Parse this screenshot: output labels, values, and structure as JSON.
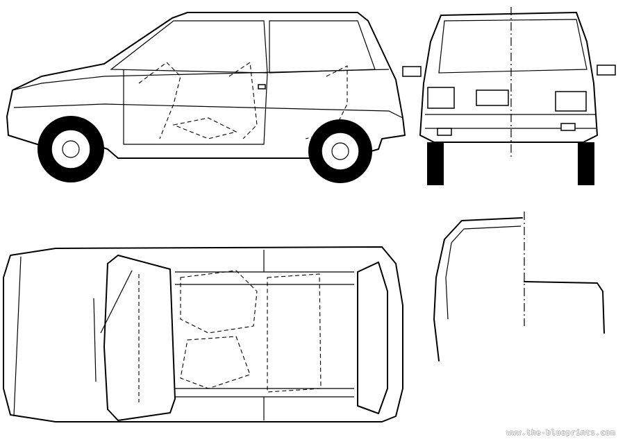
{
  "watermark": "www.the-blueprints.com",
  "views": [
    "side-view",
    "front-rear-view",
    "top-view",
    "cross-section-view"
  ]
}
